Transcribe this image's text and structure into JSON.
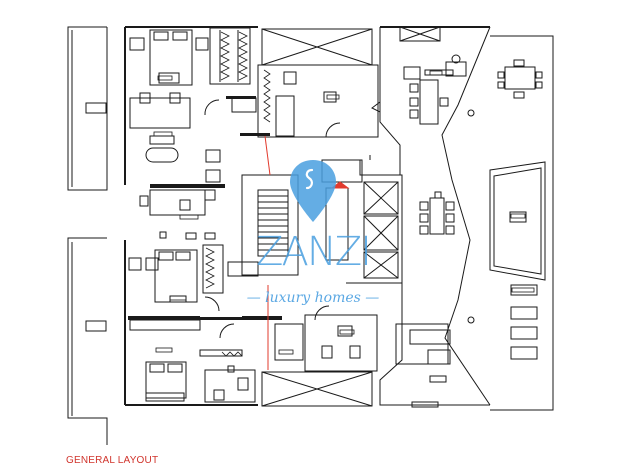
{
  "caption": "GENERAL LAYOUT",
  "watermark": {
    "name": "ZANZI",
    "tagline": "— luxury homes —",
    "pin_icon": "map-pin-icon"
  },
  "colors": {
    "line": "#1a1a1a",
    "caption": "#d0342c",
    "watermark": "#4a9fe0",
    "accent_red": "#e23b2e"
  }
}
